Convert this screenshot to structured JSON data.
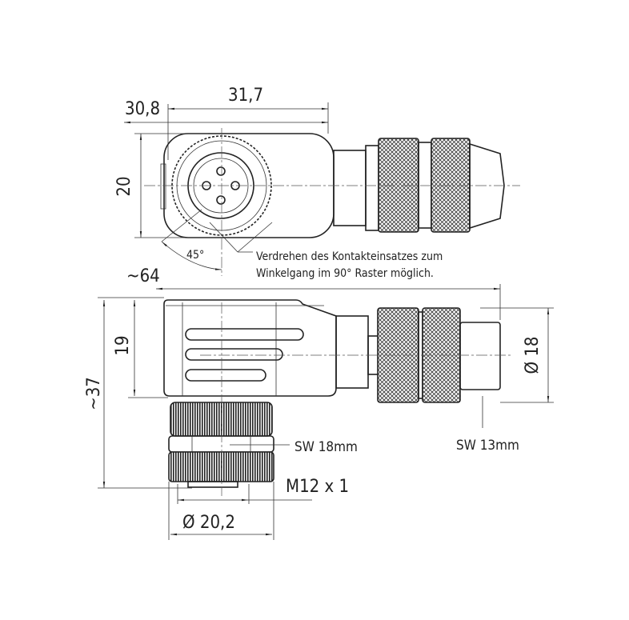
{
  "drawing": {
    "dimensions": {
      "d31_7": "31,7",
      "d30_8": "30,8",
      "d20": "20",
      "angle": "45°",
      "d64": "~64",
      "d19": "19",
      "d37": "~37",
      "d18": "Ø 18",
      "d20_2": "Ø 20,2"
    },
    "labels": {
      "sw18": "SW 18mm",
      "sw13": "SW 13mm",
      "thread": "M12 x 1"
    },
    "note": {
      "line1": "Verdrehen des Kontakteinsatzes zum",
      "line2": "Winkelgang im 90° Raster möglich."
    }
  }
}
